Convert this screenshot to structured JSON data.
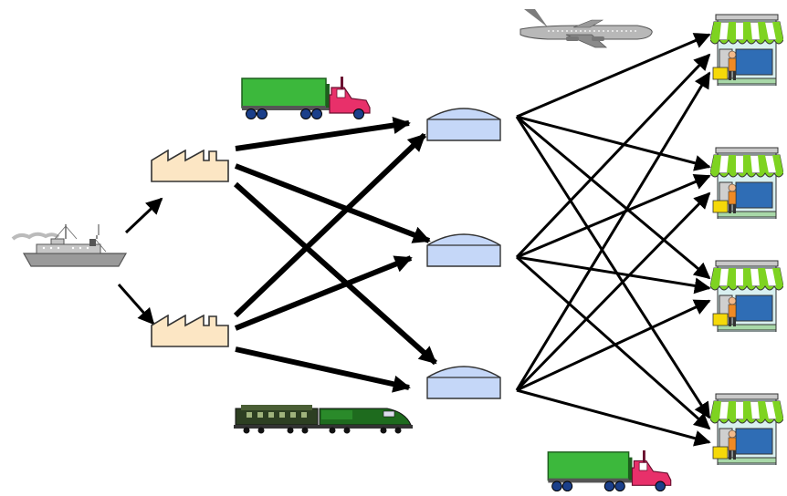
{
  "diagram": {
    "kind": "supply-chain-network",
    "nodes": {
      "source": [
        {
          "id": "ship",
          "icon": "cargo-ship-icon"
        }
      ],
      "factories": [
        {
          "id": "factory-1",
          "icon": "factory-icon"
        },
        {
          "id": "factory-2",
          "icon": "factory-icon"
        }
      ],
      "warehouses": [
        {
          "id": "warehouse-1",
          "icon": "warehouse-icon"
        },
        {
          "id": "warehouse-2",
          "icon": "warehouse-icon"
        },
        {
          "id": "warehouse-3",
          "icon": "warehouse-icon"
        }
      ],
      "stores": [
        {
          "id": "store-1",
          "icon": "storefront-icon"
        },
        {
          "id": "store-2",
          "icon": "storefront-icon"
        },
        {
          "id": "store-3",
          "icon": "storefront-icon"
        },
        {
          "id": "store-4",
          "icon": "storefront-icon"
        }
      ]
    },
    "transport_icons": [
      "truck-icon",
      "airplane-icon",
      "train-icon",
      "truck-icon"
    ],
    "colors": {
      "factory_fill": "#FCE6C4",
      "warehouse_fill": "#C5D7F8",
      "arrow": "#000000",
      "truck_trailer": "#3CB83C",
      "truck_cab": "#E8306A",
      "awning_green": "#7ED321",
      "train_green": "#1E6B1E"
    }
  }
}
